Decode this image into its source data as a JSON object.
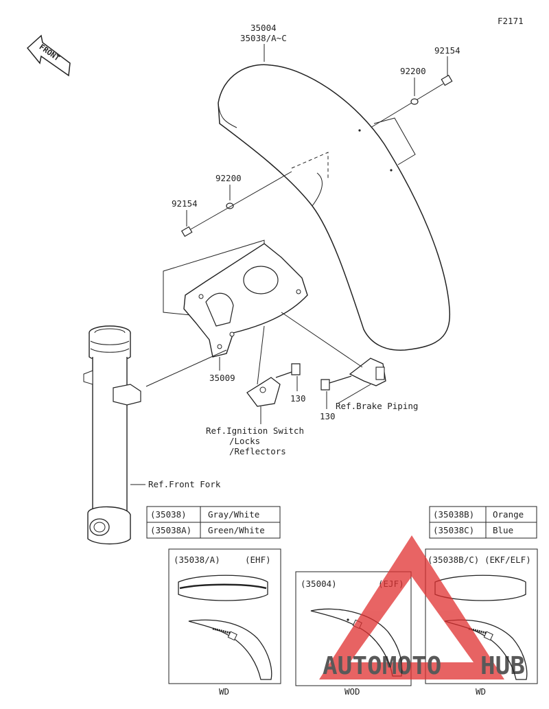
{
  "figure_id": "F2171",
  "front_badge": "FRONT",
  "parts": {
    "p35004": "35004",
    "p35038": "35038/A~C",
    "p92154_top": "92154",
    "p92200_top": "92200",
    "p92200_left": "92200",
    "p92154_left": "92154",
    "p35009": "35009",
    "p130_a": "130",
    "p130_b": "130"
  },
  "refs": {
    "brake_piping": "Ref.Brake Piping",
    "ignition_1": "Ref.Ignition Switch",
    "ignition_2": "/Locks",
    "ignition_3": "/Reflectors",
    "front_fork": "Ref.Front Fork"
  },
  "color_table_left": [
    {
      "code": "(35038)",
      "color": "Gray/White"
    },
    {
      "code": "(35038A)",
      "color": "Green/White"
    }
  ],
  "color_table_right": [
    {
      "code": "(35038B)",
      "color": "Orange"
    },
    {
      "code": "(35038C)",
      "color": "Blue"
    }
  ],
  "insets": [
    {
      "code": "(35038/A)",
      "variant": "(EHF)",
      "caption": "WD"
    },
    {
      "code": "(35004)",
      "variant": "(EJF)",
      "caption": "WOD"
    },
    {
      "code": "(35038B/C)",
      "variant": "(EKF/ELF)",
      "caption": "WD"
    }
  ],
  "watermark": {
    "part1": "AUTOMOTO",
    "part2": "HUB",
    "color1": "#f5a623",
    "color2": "#555555",
    "logo_color": "#e03030"
  }
}
